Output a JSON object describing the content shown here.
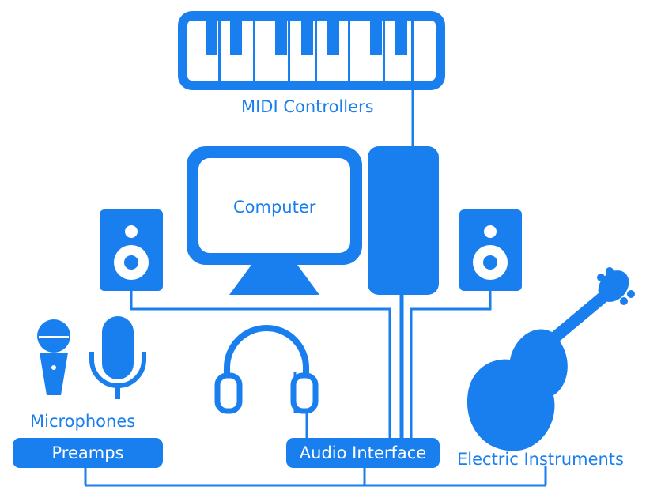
{
  "labels": {
    "midi_controllers": "MIDI Controllers",
    "computer": "Computer",
    "microphones": "Microphones",
    "preamps": "Preamps",
    "audio_interface": "Audio Interface",
    "electric_instruments": "Electric Instruments"
  },
  "icons": [
    "piano-keyboard-icon",
    "computer-monitor-icon",
    "audio-interface-tower-icon",
    "studio-monitor-speaker-icon",
    "handheld-microphone-icon",
    "condenser-microphone-icon",
    "headphones-icon",
    "guitar-icon"
  ],
  "colors": {
    "accent": "#1a7fee",
    "background": "#ffffff"
  }
}
